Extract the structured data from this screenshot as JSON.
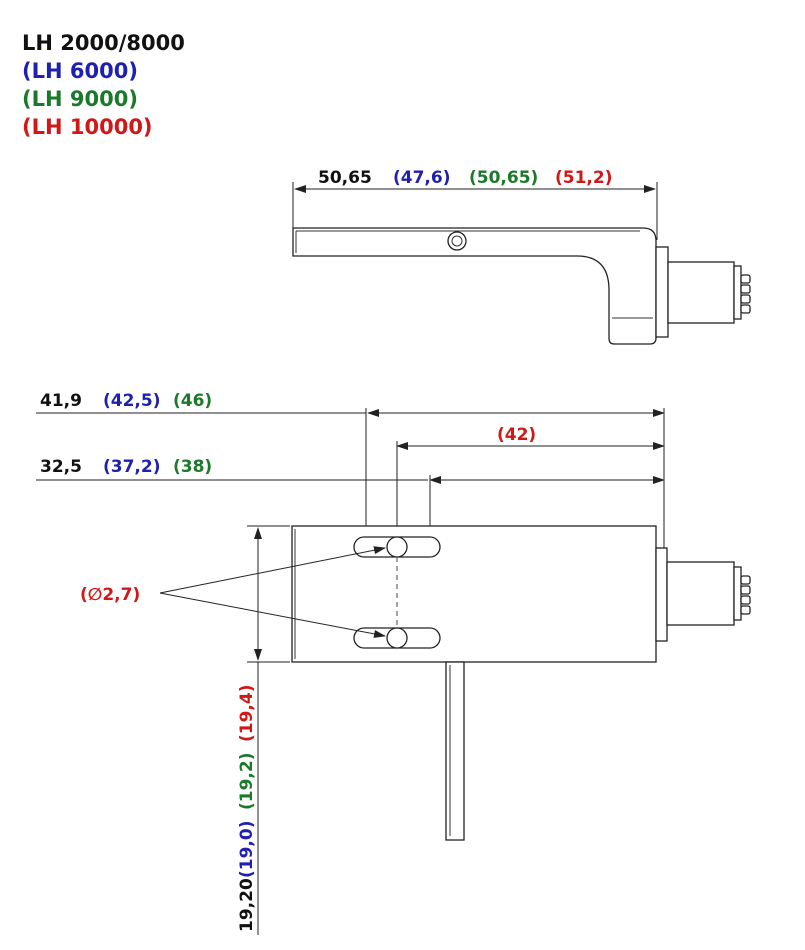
{
  "legend": {
    "lh2000_8000": "LH 2000/8000",
    "lh6000": "(LH 6000)",
    "lh9000": "(LH 9000)",
    "lh10000": "(LH 10000)"
  },
  "colors": {
    "black": "#111111",
    "blue": "#1f1fb0",
    "green": "#1a7a2a",
    "red": "#d01818"
  },
  "top_view": {
    "dim_length": {
      "base": "50,65",
      "lh6000": "(47,6)",
      "lh9000": "(50,65)",
      "lh10000": "(51,2)"
    }
  },
  "bottom_view": {
    "dim_outer": {
      "base": "41,9",
      "lh6000": "(42,5)",
      "lh9000": "(46)"
    },
    "dim_lh10000": "(42)",
    "dim_inner": {
      "base": "32,5",
      "lh6000": "(37,2)",
      "lh9000": "(38)"
    },
    "hole_diameter": "(∅2,7)",
    "dim_vertical": {
      "base": "19,20",
      "lh6000": "(19,0)",
      "lh9000": "(19,2)",
      "lh10000": "(19,4)"
    }
  }
}
